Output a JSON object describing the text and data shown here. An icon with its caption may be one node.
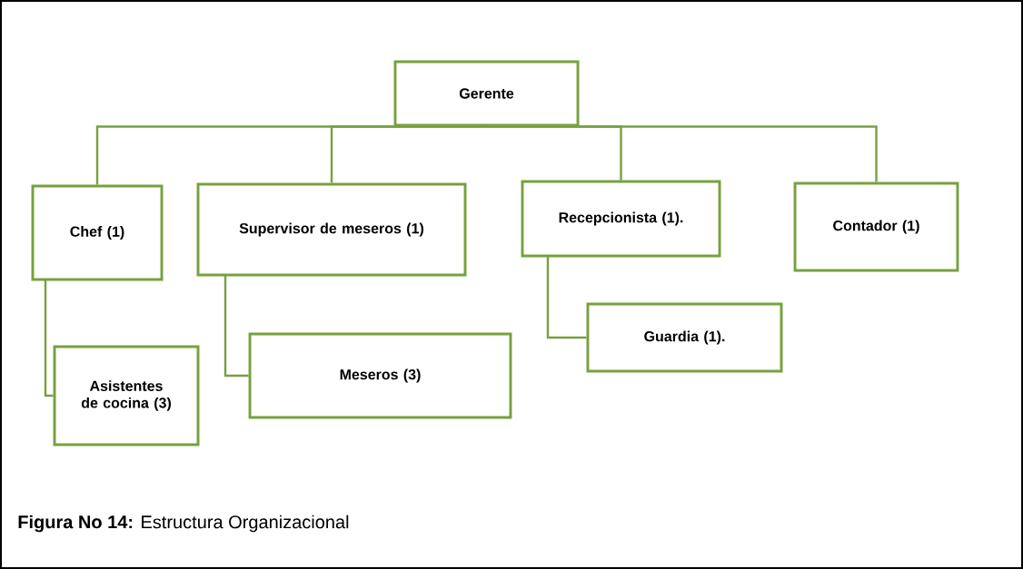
{
  "diagram": {
    "caption": "**Figura No 14:** Estructura Organizacional",
    "nodes": [
      {
        "text": [
          "Gerente"
        ]
      },
      {
        "text": [
          "Chef (1)"
        ]
      },
      {
        "text": [
          "Supervisor de meseros (1)"
        ]
      },
      {
        "text": [
          "Recepcionista (1)."
        ]
      },
      {
        "text": [
          "Contador (1)"
        ]
      },
      {
        "text": [
          "Asistentes de cocina (3)"
        ]
      },
      {
        "text": [
          "Meseros (3)"
        ]
      },
      {
        "text": [
          "Guardia (1)."
        ]
      }
    ],
    "edges": [
      {
        "from": 0,
        "to": 1,
        "arrow": "none"
      },
      {
        "from": 0,
        "to": 2,
        "arrow": "none"
      },
      {
        "from": 0,
        "to": 3,
        "arrow": "none"
      },
      {
        "from": 0,
        "to": 4,
        "arrow": "none"
      },
      {
        "from": 1,
        "to": 5,
        "arrow": "none"
      },
      {
        "from": 2,
        "to": 6,
        "arrow": "none"
      },
      {
        "from": 3,
        "to": 7,
        "arrow": "none"
      }
    ]
  }
}
